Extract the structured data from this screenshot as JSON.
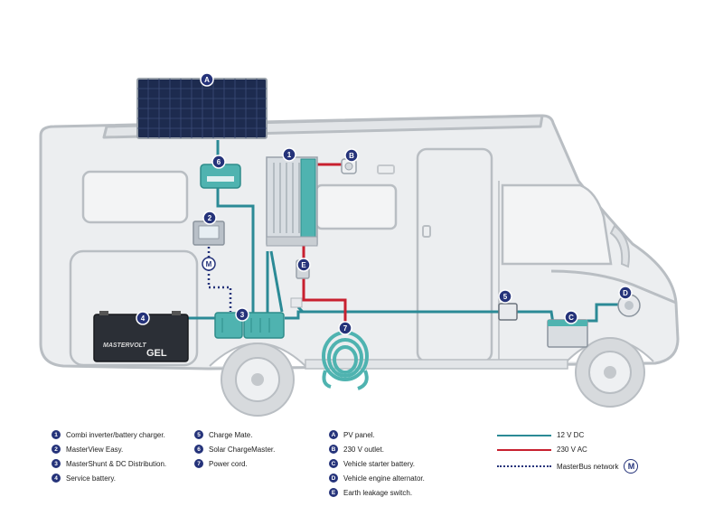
{
  "diagram": {
    "badges": {
      "A": "A",
      "B": "B",
      "C": "C",
      "D": "D",
      "E": "E",
      "n1": "1",
      "n2": "2",
      "n3": "3",
      "n4": "4",
      "n5": "5",
      "n6": "6",
      "n7": "7"
    },
    "battery_brand": "MASTERVOLT",
    "battery_type": "GEL",
    "masterbus_symbol": "M"
  },
  "legend": {
    "col1": [
      {
        "badge": "1",
        "text": "Combi inverter/battery charger."
      },
      {
        "badge": "2",
        "text": "MasterView Easy."
      },
      {
        "badge": "3",
        "text": "MasterShunt & DC Distribution."
      },
      {
        "badge": "4",
        "text": "Service battery."
      }
    ],
    "col2": [
      {
        "badge": "5",
        "text": "Charge Mate."
      },
      {
        "badge": "6",
        "text": "Solar ChargeMaster."
      },
      {
        "badge": "7",
        "text": "Power cord."
      }
    ],
    "col3": [
      {
        "badge": "A",
        "text": "PV panel."
      },
      {
        "badge": "B",
        "text": "230 V outlet."
      },
      {
        "badge": "C",
        "text": "Vehicle starter battery."
      },
      {
        "badge": "D",
        "text": "Vehicle engine alternator."
      },
      {
        "badge": "E",
        "text": "Earth leakage switch."
      }
    ],
    "lines": [
      {
        "label": "12 V DC",
        "color": "#2b8a96",
        "style": "solid"
      },
      {
        "label": "230 V AC",
        "color": "#c8202f",
        "style": "solid"
      },
      {
        "label": "MasterBus network",
        "color": "#25337a",
        "style": "dotted",
        "symbol": "M"
      }
    ]
  },
  "colors": {
    "dc": "#2b8a96",
    "ac": "#c8202f",
    "bus": "#25337a",
    "badge": "#25337a",
    "vehicle_fill": "#eceef0",
    "vehicle_stroke": "#b9bec3",
    "device": "#4fb3b0"
  }
}
